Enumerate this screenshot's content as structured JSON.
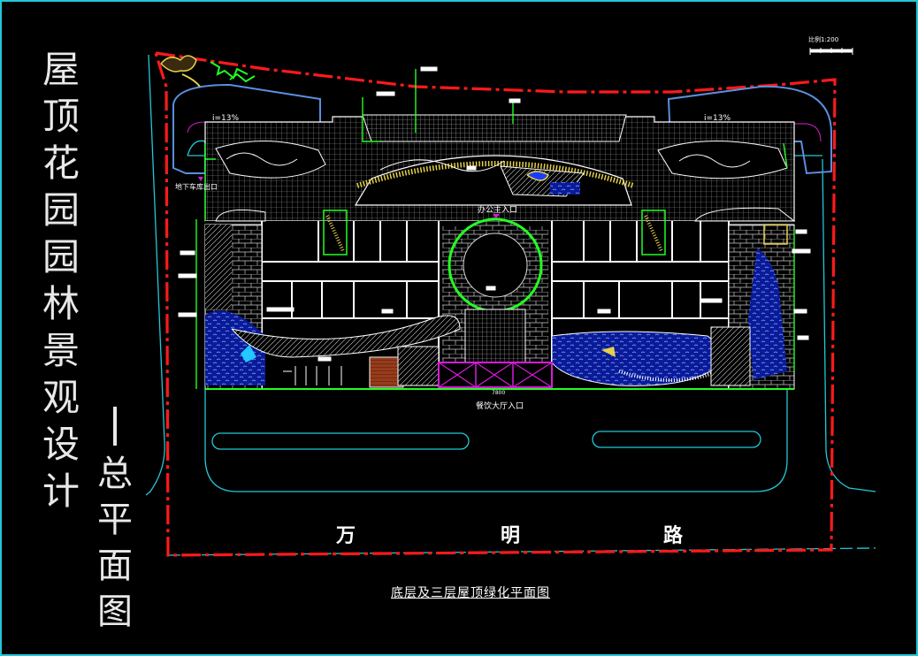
{
  "title_vertical": [
    "屋",
    "顶",
    "花",
    "园",
    "园",
    "林",
    "景",
    "观",
    "设",
    "计"
  ],
  "subtitle_vertical": [
    "总",
    "平",
    "面",
    "图"
  ],
  "plan_caption": "底层及三层屋顶绿化平面图",
  "road_chars": [
    "万",
    "明",
    "路"
  ],
  "scale_label": "比例1:200",
  "labels": {
    "slope_left": "i=13%",
    "slope_right": "i=13%",
    "garage_exit": "地下车库出口",
    "office_entrance": "办公主入口",
    "lobby_entrance": "餐饮大厅入口",
    "lobby_dim": "7800"
  },
  "colors": {
    "boundary": "#ff1a1a",
    "road": "#22c8d8",
    "green": "#22ff22",
    "building": "#ffffff",
    "water": "#1a3cff",
    "magenta": "#d91ad9"
  }
}
